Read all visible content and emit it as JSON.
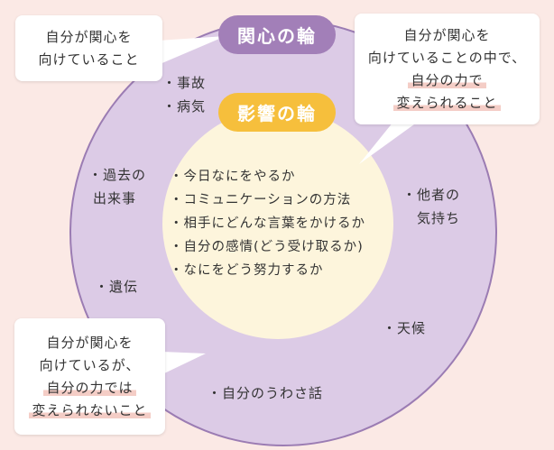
{
  "colors": {
    "outer_fill": "#dccbe6",
    "outer_stroke": "#9b7cb3",
    "inner_fill": "#fdf5dc",
    "outer_pill": "#a27fb8",
    "inner_pill": "#f6bf3c",
    "highlight": "#f4cdc6"
  },
  "outer_ring": {
    "title": "関心の輪"
  },
  "inner_ring": {
    "title": "影響の輪"
  },
  "callouts": {
    "outer": [
      "自分が関心を",
      "向けていること"
    ],
    "inner": [
      "自分が関心を",
      "向けていることの中で、",
      "自分の力で",
      "変えられること"
    ],
    "outside": [
      "自分が関心を",
      "向けているが、",
      "自分の力では",
      "変えられないこと"
    ]
  },
  "outer_items": [
    "・事故",
    "・病気",
    "・過去の",
    "出来事",
    "・遺伝",
    "・他者の",
    "気持ち",
    "・天候",
    "・自分のうわさ話"
  ],
  "inner_items": [
    "・今日なにをやるか",
    "・コミュニケーションの方法",
    "・相手にどんな言葉をかけるか",
    "・自分の感情(どう受け取るか)",
    "・なにをどう努力するか"
  ]
}
